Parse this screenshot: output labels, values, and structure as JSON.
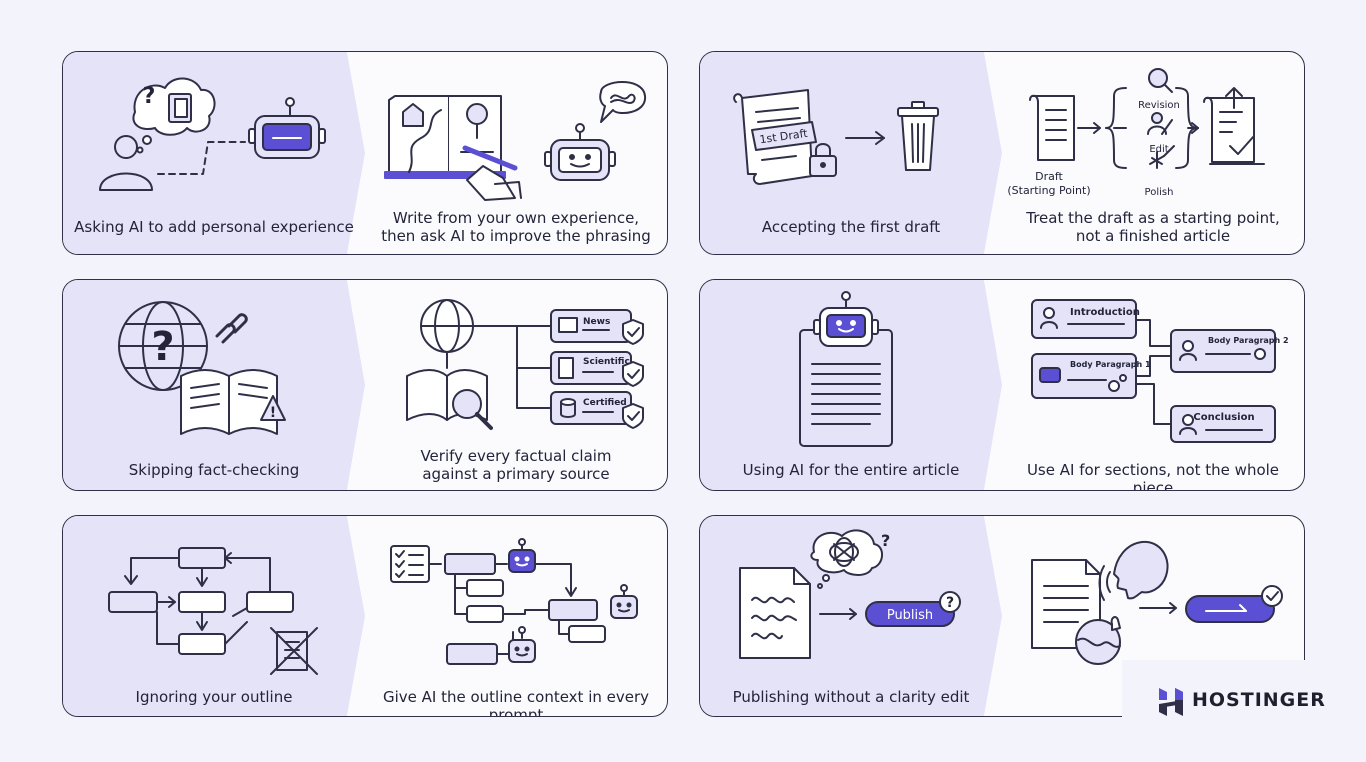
{
  "cards": [
    {
      "mistake": "Asking AI to add personal experience",
      "fix_line1": "Write from your own experience,",
      "fix_line2": "then ask AI to improve the phrasing"
    },
    {
      "mistake": "Accepting the first draft",
      "fix_line1": "Treat the draft as a starting point,",
      "fix_line2": "not a finished article"
    },
    {
      "mistake": "Skipping fact-checking",
      "fix_line1": "Verify every factual claim",
      "fix_line2": "against a primary source"
    },
    {
      "mistake": "Using AI for the entire article",
      "fix_line1": "Use AI for sections, not the whole piece",
      "fix_line2": ""
    },
    {
      "mistake": "Ignoring your outline",
      "fix_line1": "Give AI the outline context in every prompt",
      "fix_line2": ""
    },
    {
      "mistake": "Publishing without a clarity edit",
      "fix_line1": "",
      "fix_line2": ""
    }
  ],
  "labels": {
    "first_draft": "1st Draft",
    "draft": "Draft",
    "starting_point": "(Starting Point)",
    "revision": "Revision",
    "edit": "Edit",
    "polish": "Polish",
    "news": "News",
    "scientific": "Scientific",
    "certified": "Certified",
    "introduction": "Introduction",
    "body_paragraph_1": "Body Paragraph 1",
    "body_paragraph_2": "Body Paragraph 2",
    "conclusion": "Conclusion",
    "publish": "Publish"
  },
  "brand": {
    "name": "HOSTINGER"
  },
  "colors": {
    "accent": "#5b4fd4",
    "panel": "#e4e3f7",
    "line": "#2f3048",
    "background": "#f3f4fb"
  }
}
